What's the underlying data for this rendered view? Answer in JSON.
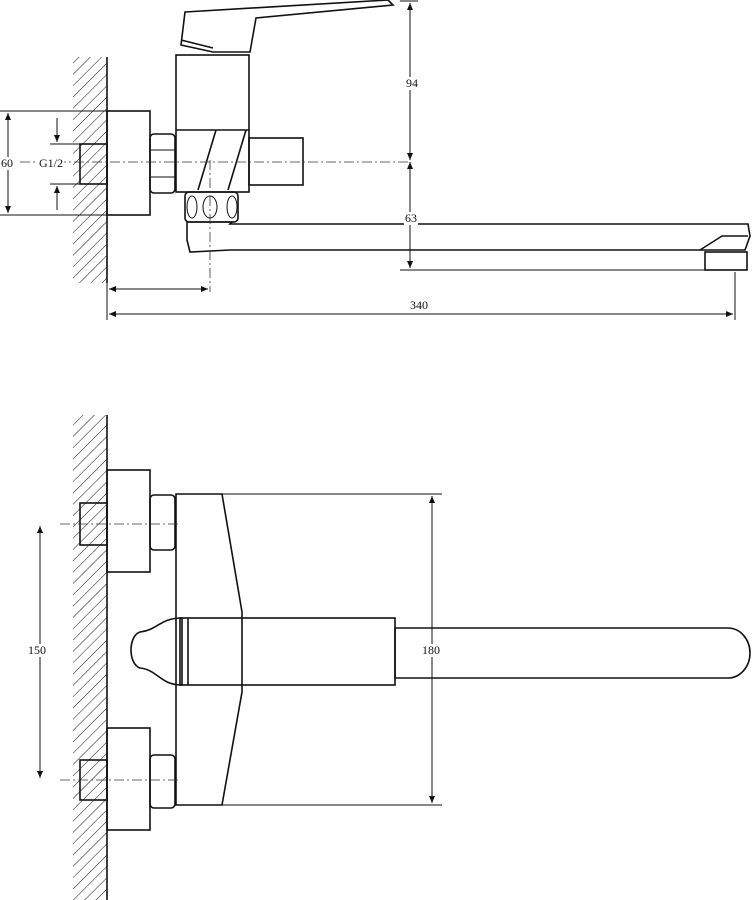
{
  "side_view": {
    "dim_handle_height": "94",
    "dim_flange_diameter": "60",
    "dim_thread": "G1/2",
    "dim_spout_height": "63",
    "dim_total_length": "340"
  },
  "top_view": {
    "dim_inlet_spacing": "150",
    "dim_body_height": "180"
  }
}
